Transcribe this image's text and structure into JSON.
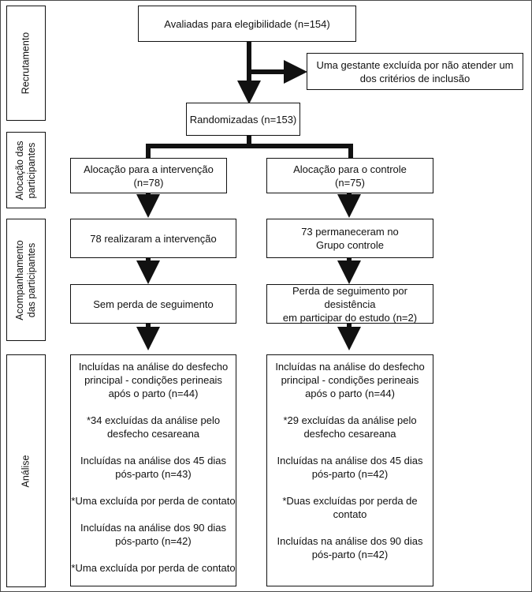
{
  "sections": {
    "recruitment": "Recrutamento",
    "allocation": [
      "Alocação das",
      "participantes"
    ],
    "followup": [
      "Acompanhamento",
      "das participantes"
    ],
    "analysis": "Análise"
  },
  "boxes": {
    "assessed": "Avaliadas para elegibilidade (n=154)",
    "excluded": [
      "Uma gestante excluída por não atender um",
      "dos critérios de inclusão"
    ],
    "randomized": "Randomizadas (n=153)",
    "alloc_intervention": [
      "Alocação para a intervenção",
      "(n=78)"
    ],
    "alloc_control": [
      "Alocação para o controle",
      "(n=75)"
    ],
    "follow_intervention": "78 realizaram a intervenção",
    "follow_control": [
      "73 permaneceram no",
      "Grupo controle"
    ],
    "loss_intervention": "Sem perda de seguimento",
    "loss_control": [
      "Perda de seguimento por desistência",
      "em participar do estudo (n=2)"
    ]
  },
  "analysis_intervention": [
    [
      "Incluídas na análise do desfecho",
      "principal - condições perineais",
      "após o parto (n=44)"
    ],
    [
      "*34 excluídas da análise pelo",
      "desfecho cesareana"
    ],
    [
      "Incluídas na análise dos 45 dias",
      "pós-parto (n=43)"
    ],
    [
      "*Uma excluída por perda de contato"
    ],
    [
      "Incluídas na análise dos 90 dias",
      "pós-parto (n=42)"
    ],
    [
      "*Uma excluída por perda de contato"
    ]
  ],
  "analysis_control": [
    [
      "Incluídas na análise do desfecho",
      "principal - condições perineais",
      "após o parto (n=44)"
    ],
    [
      "*29 excluídas da análise pelo",
      "desfecho cesareana"
    ],
    [
      "Incluídas na análise dos 45 dias",
      "pós-parto (n=42)"
    ],
    [
      "*Duas excluídas por perda de contato"
    ],
    [
      "Incluídas na análise dos 90 dias",
      "pós-parto (n=42)"
    ]
  ],
  "colors": {
    "line": "#111111",
    "border": "#4a4a4a"
  }
}
